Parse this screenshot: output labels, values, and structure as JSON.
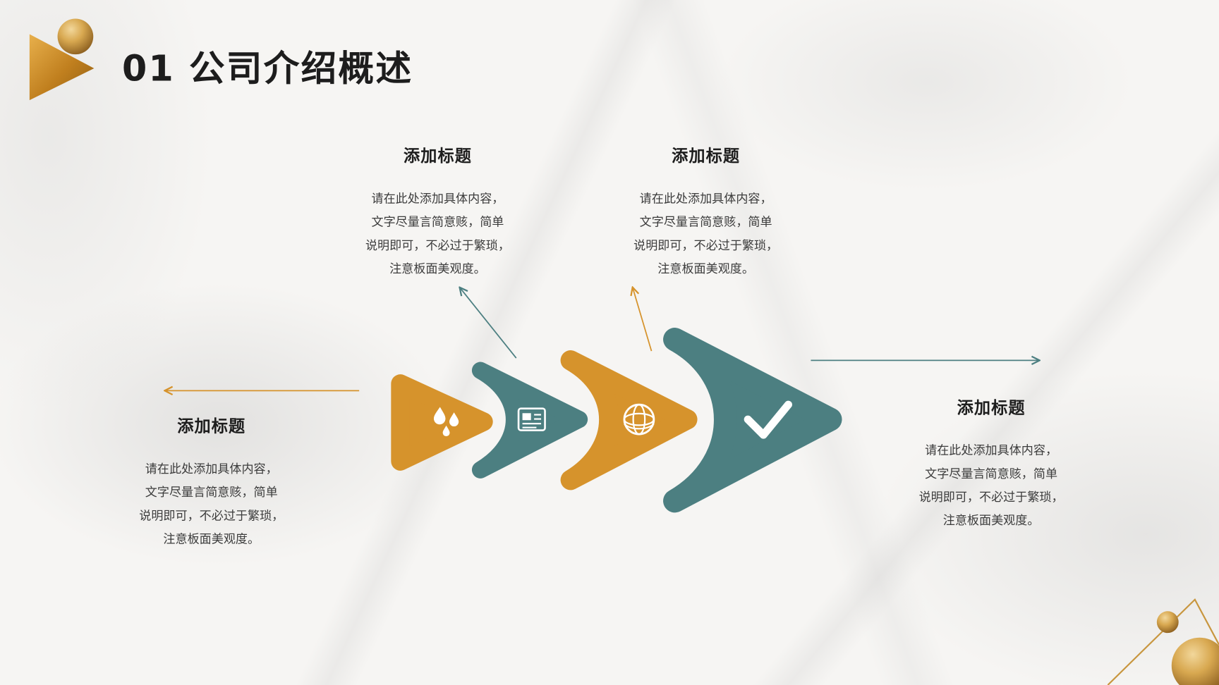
{
  "slide_title": "01 公司介绍概述",
  "colors": {
    "orange": "#D6932C",
    "teal": "#4C7F81",
    "gold": "#C8963E",
    "title_text": "#1d1d1d",
    "body_text": "#3c3c3c"
  },
  "blocks": {
    "top_left": {
      "title": "添加标题",
      "lines": [
        "请在此处添加具体内容，",
        "文字尽量言简意赅，简单",
        "说明即可，不必过于繁琐，",
        "注意板面美观度。"
      ]
    },
    "top_right": {
      "title": "添加标题",
      "lines": [
        "请在此处添加具体内容，",
        "文字尽量言简意赅，简单",
        "说明即可，不必过于繁琐，",
        "注意板面美观度。"
      ]
    },
    "left": {
      "title": "添加标题",
      "lines": [
        "请在此处添加具体内容，",
        "文字尽量言简意赅，简单",
        "说明即可，不必过于繁琐，",
        "注意板面美观度。"
      ]
    },
    "right": {
      "title": "添加标题",
      "lines": [
        "请在此处添加具体内容，",
        "文字尽量言简意赅，简单",
        "说明即可，不必过于繁琐，",
        "注意板面美观度。"
      ]
    }
  },
  "icons": {
    "step1": "water-drops-icon",
    "step2": "newspaper-icon",
    "step3": "globe-icon",
    "step4": "check-icon"
  }
}
